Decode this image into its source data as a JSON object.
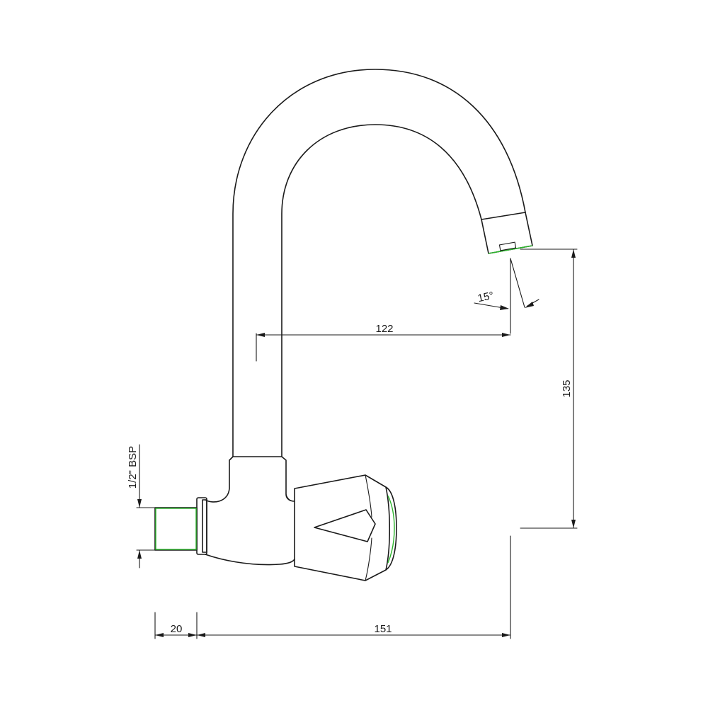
{
  "dimensions": {
    "spout_reach": "122",
    "height": "135",
    "angle": "15°",
    "thread_size": "1/2\" BSP",
    "thread_length": "20",
    "overall_length": "151"
  },
  "colors": {
    "line": "#1a1a1a",
    "highlight": "#2bb52b"
  }
}
